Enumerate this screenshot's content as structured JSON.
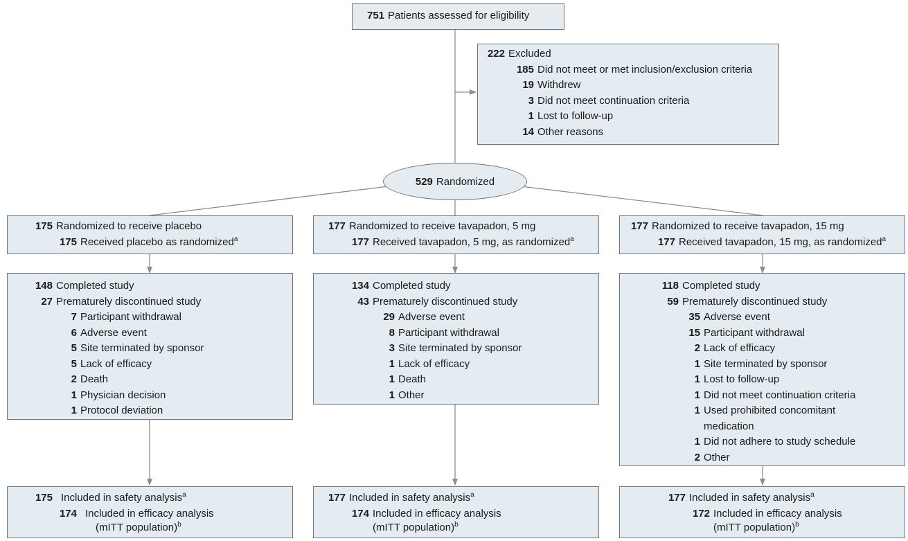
{
  "enrollment": {
    "n": "751",
    "label": "Patients assessed for eligibility"
  },
  "excluded": {
    "n": "222",
    "label": "Excluded",
    "reasons": [
      {
        "n": "185",
        "label": "Did not meet or met inclusion/exclusion criteria"
      },
      {
        "n": "19",
        "label": "Withdrew"
      },
      {
        "n": "3",
        "label": "Did not meet continuation criteria"
      },
      {
        "n": "1",
        "label": "Lost to follow-up"
      },
      {
        "n": "14",
        "label": "Other reasons"
      }
    ]
  },
  "randomized": {
    "n": "529",
    "label": "Randomized"
  },
  "arms": [
    {
      "alloc_n": "175",
      "alloc_label": "Randomized to receive placebo",
      "recv_n": "175",
      "recv_label": "Received placebo as randomized",
      "recv_sup": "a",
      "completed_n": "148",
      "completed_label": "Completed study",
      "disc_n": "27",
      "disc_label": "Prematurely discontinued study",
      "reasons": [
        {
          "n": "7",
          "label": "Participant withdrawal"
        },
        {
          "n": "6",
          "label": "Adverse event"
        },
        {
          "n": "5",
          "label": "Site terminated by sponsor"
        },
        {
          "n": "5",
          "label": "Lack of efficacy"
        },
        {
          "n": "2",
          "label": "Death"
        },
        {
          "n": "1",
          "label": "Physician decision"
        },
        {
          "n": "1",
          "label": "Protocol deviation"
        }
      ],
      "safety_n": "175",
      "safety_label": "Included in safety analysis",
      "safety_sup": "a",
      "eff_n": "174",
      "eff_label": "Included in efficacy analysis",
      "eff_label2": "(mITT population)",
      "eff_sup": "b"
    },
    {
      "alloc_n": "177",
      "alloc_label": "Randomized to receive tavapadon, 5 mg",
      "recv_n": "177",
      "recv_label": "Received tavapadon, 5 mg, as randomized",
      "recv_sup": "a",
      "completed_n": "134",
      "completed_label": "Completed study",
      "disc_n": "43",
      "disc_label": "Prematurely discontinued study",
      "reasons": [
        {
          "n": "29",
          "label": "Adverse event"
        },
        {
          "n": "8",
          "label": "Participant withdrawal"
        },
        {
          "n": "3",
          "label": "Site terminated by sponsor"
        },
        {
          "n": "1",
          "label": "Lack of efficacy"
        },
        {
          "n": "1",
          "label": "Death"
        },
        {
          "n": "1",
          "label": "Other"
        }
      ],
      "safety_n": "177",
      "safety_label": "Included in safety analysis",
      "safety_sup": "a",
      "eff_n": "174",
      "eff_label": "Included in efficacy analysis",
      "eff_label2": "(mITT population)",
      "eff_sup": "b"
    },
    {
      "alloc_n": "177",
      "alloc_label": "Randomized to receive tavapadon, 15 mg",
      "recv_n": "177",
      "recv_label": "Received tavapadon, 15 mg, as randomized",
      "recv_sup": "a",
      "completed_n": "118",
      "completed_label": "Completed study",
      "disc_n": "59",
      "disc_label": "Prematurely discontinued study",
      "reasons": [
        {
          "n": "35",
          "label": "Adverse event"
        },
        {
          "n": "15",
          "label": "Participant withdrawal"
        },
        {
          "n": "2",
          "label": "Lack of efficacy"
        },
        {
          "n": "1",
          "label": "Site terminated by sponsor"
        },
        {
          "n": "1",
          "label": "Lost to follow-up"
        },
        {
          "n": "1",
          "label": "Did not meet continuation criteria"
        },
        {
          "n": "1",
          "label": "Used prohibited concomitant",
          "label2": "medication"
        },
        {
          "n": "1",
          "label": "Did not adhere to study schedule"
        },
        {
          "n": "2",
          "label": "Other"
        }
      ],
      "safety_n": "177",
      "safety_label": "Included in safety analysis",
      "safety_sup": "a",
      "eff_n": "172",
      "eff_label": "Included in efficacy analysis",
      "eff_label2": "(mITT population)",
      "eff_sup": "b"
    }
  ],
  "colors": {
    "box_fill": "#e4ecf1",
    "box_border": "#6f7478",
    "connector": "#8a8e91",
    "text": "#1a1a1a"
  }
}
